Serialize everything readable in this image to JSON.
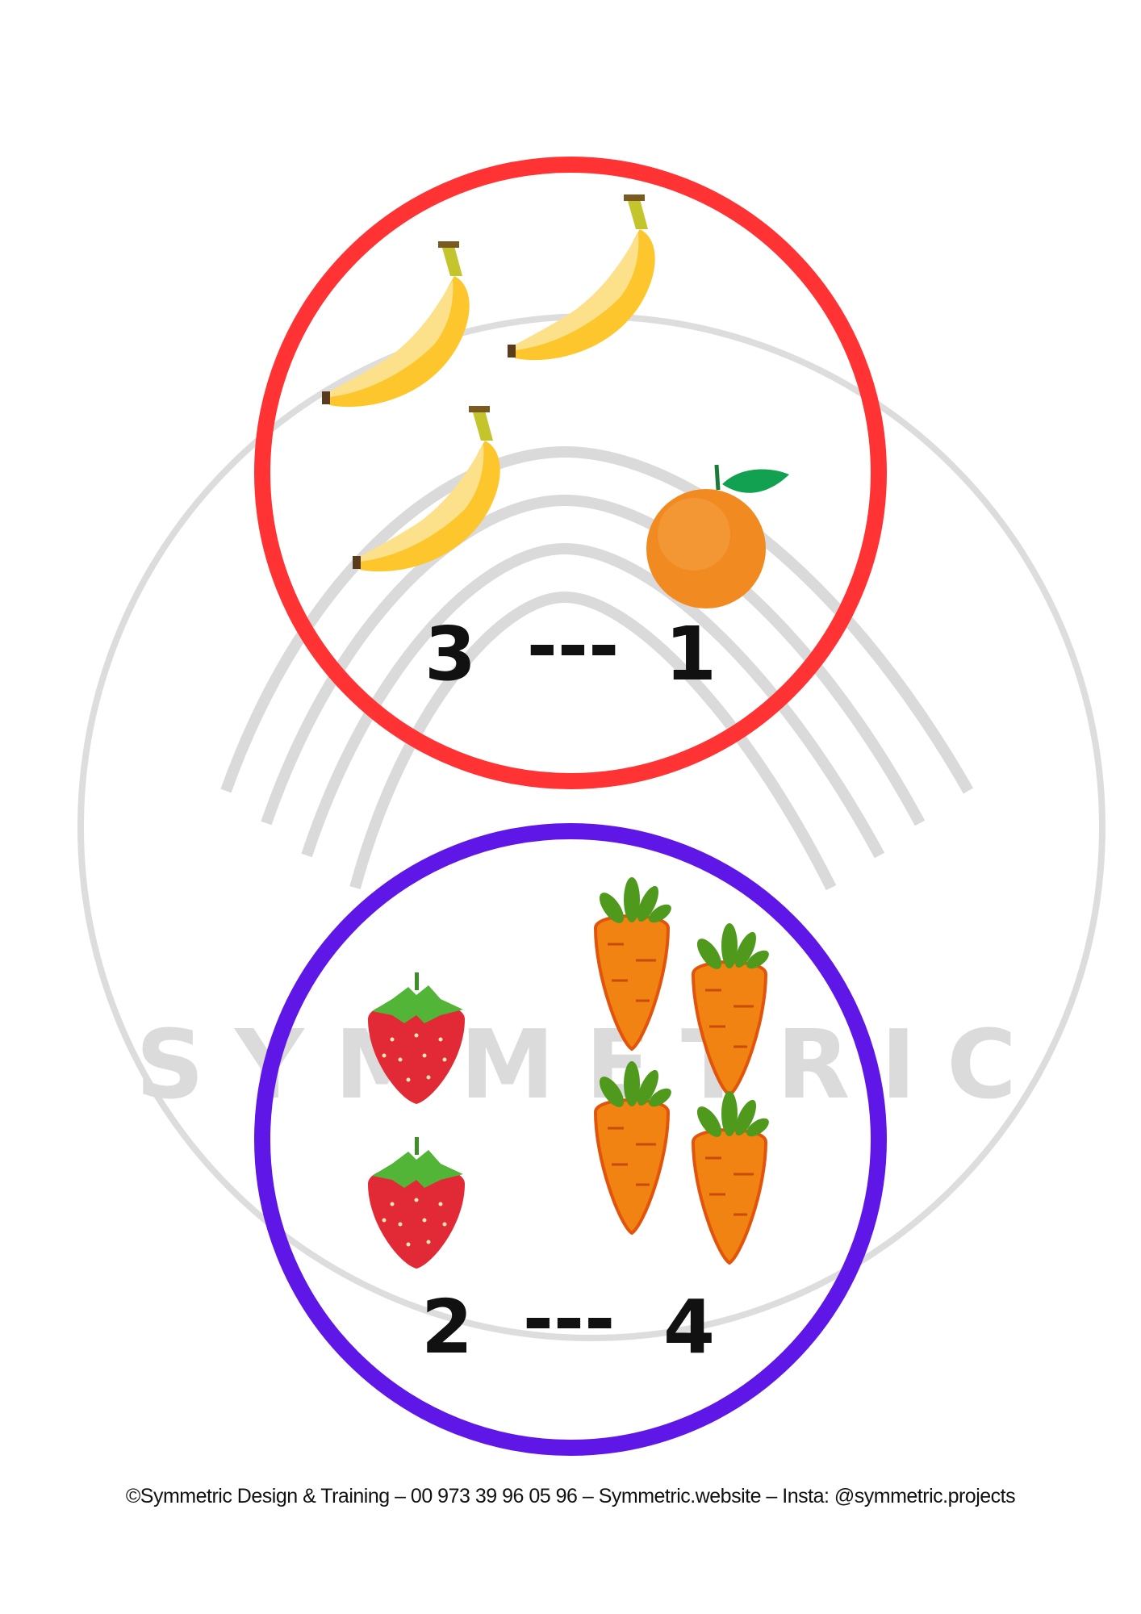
{
  "watermark": {
    "text": "SYMMETRIC"
  },
  "top_group": {
    "left_count": "3",
    "separator": "---",
    "right_count": "1",
    "left_item": "banana",
    "right_item": "orange",
    "ring_color": "#ff3333"
  },
  "bottom_group": {
    "left_count": "2",
    "separator": "---",
    "right_count": "4",
    "left_item": "strawberry",
    "right_item": "carrot",
    "ring_color": "#5f17e8"
  },
  "footer": {
    "text": "©Symmetric Design & Training –  00 973 39 96 05 96 – Symmetric.website – Insta: @symmetric.projects"
  }
}
